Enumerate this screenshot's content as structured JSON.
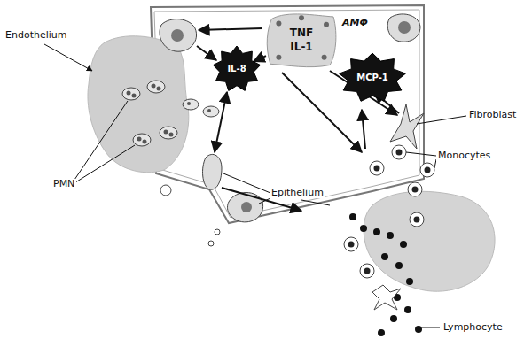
{
  "diagram": {
    "nodes": [
      {
        "text": [
          "TNF IL-1"
        ]
      },
      {
        "text": [
          "IL-8"
        ]
      },
      {
        "text": [
          "MCP-1"
        ]
      }
    ],
    "edges": [
      {
        "from": 0,
        "to": 1,
        "arrow": "to"
      }
    ],
    "labels": [
      "Endothelium",
      "PMN",
      "Epithelium",
      "Fibroblast",
      "Monocytes",
      "Lymphocyte",
      "AMΦ"
    ]
  }
}
